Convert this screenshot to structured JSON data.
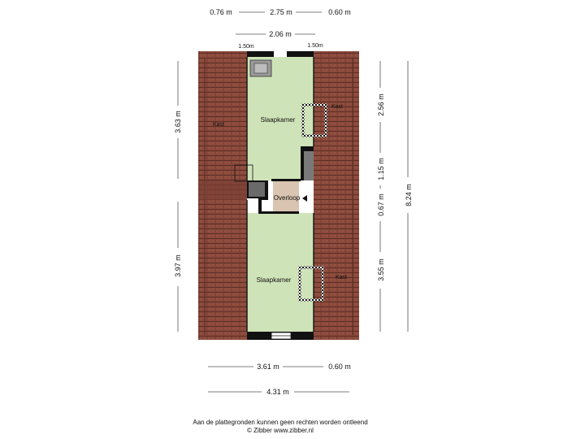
{
  "dimensions": {
    "top_row": [
      "0.76 m",
      "2.75 m",
      "0.60 m"
    ],
    "top_mid": "2.06 m",
    "top_small_left": "1.50m",
    "top_small_right": "1.50m",
    "left_upper": "3.63 m",
    "left_lower": "3.97 m",
    "right_1": "2.56 m",
    "right_2": "1.15 m",
    "right_3": "0.67 m",
    "right_4": "3.55 m",
    "right_total": "8.24 m",
    "bottom_row": [
      "3.61 m",
      "0.60 m"
    ],
    "bottom_total": "4.31 m"
  },
  "rooms": {
    "bedroom_upper": "Slaapkamer",
    "bedroom_lower": "Slaapkamer",
    "landing": "Overloop",
    "closet_left": "Kast",
    "closet_right_upper": "Kast",
    "closet_right_lower": "Kast"
  },
  "footer": {
    "disclaimer": "Aan de plattegronden kunnen geen rechten worden ontleend",
    "copyright": "© Zibber www.zibber.nl"
  },
  "colors": {
    "roof_tile": "#8b4a3c",
    "room_green": "#cfe3b8",
    "landing": "#d8c4b0",
    "wall": "#111111"
  }
}
